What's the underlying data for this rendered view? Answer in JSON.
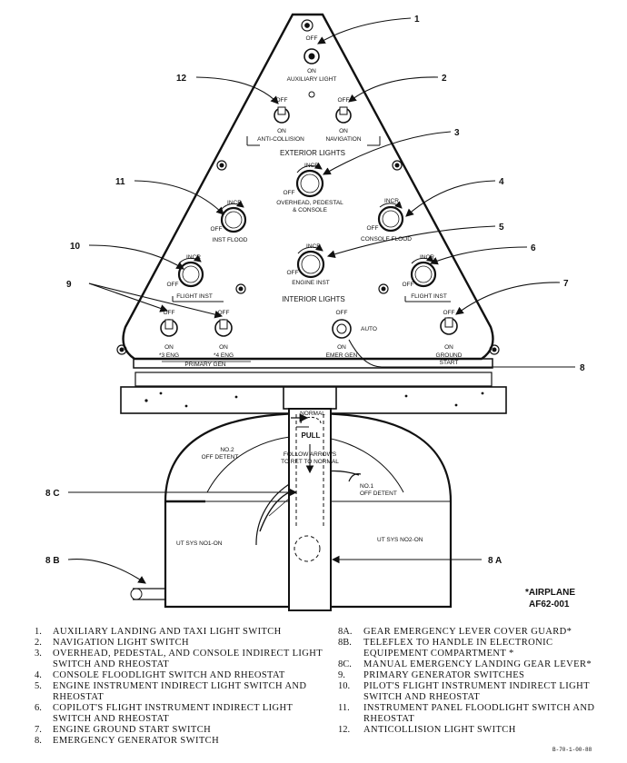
{
  "panel": {
    "exterior_title": "EXTERIOR LIGHTS",
    "interior_title": "INTERIOR LIGHTS",
    "auxiliary": {
      "off": "OFF",
      "on": "ON",
      "label": "AUXILIARY LIGHT"
    },
    "anticollision": {
      "off": "OFF",
      "on": "ON",
      "label": "ANTI-COLLISION"
    },
    "navigation": {
      "off": "OFF",
      "on": "ON",
      "label": "NAVIGATION"
    },
    "overhead": {
      "incr": "INCR",
      "off": "OFF",
      "label1": "OVERHEAD, PEDESTAL",
      "label2": "& CONSOLE"
    },
    "inst_flood": {
      "incr": "INCR",
      "off": "OFF",
      "label": "INST FLOOD"
    },
    "console_flood": {
      "incr": "INCR",
      "off": "OFF",
      "label": "CONSOLE FLOOD"
    },
    "engine_inst": {
      "incr": "INCR",
      "off": "OFF",
      "label": "ENGINE INST"
    },
    "flight_inst_left": {
      "incr": "INCR",
      "off": "OFF",
      "label": "FLIGHT INST"
    },
    "flight_inst_right": {
      "incr": "INCR",
      "off": "OFF",
      "label": "FLIGHT INST"
    },
    "gen3": {
      "off": "OFF",
      "on": "ON",
      "label": "*3 ENG"
    },
    "gen4": {
      "off": "OFF",
      "on": "ON",
      "label": "*4 ENG"
    },
    "primary_gen": "PRIMARY GEN",
    "emer_gen": {
      "off": "OFF",
      "on": "ON",
      "auto": "AUTO",
      "label": "EMER GEN"
    },
    "ground_start": {
      "off": "OFF",
      "on": "ON",
      "label1": "GROUND",
      "label2": "START"
    }
  },
  "lever": {
    "normal": "NORMAL",
    "pull": "PULL",
    "no2": "NO.2",
    "no2_detent": "OFF DETENT",
    "follow1": "FOLLOW ARROWS",
    "follow2": "TO RET TO NORMAL",
    "no1": "NO.1",
    "no1_detent": "OFF DETENT",
    "ut_sys_1": "UT SYS NO1-ON",
    "ut_sys_2": "UT SYS NO2-ON"
  },
  "callouts": {
    "c1": "1",
    "c2": "2",
    "c3": "3",
    "c4": "4",
    "c5": "5",
    "c6": "6",
    "c7": "7",
    "c8": "8",
    "c9": "9",
    "c10": "10",
    "c11": "11",
    "c12": "12",
    "c8a": "8 A",
    "c8b": "8 B",
    "c8c": "8 C"
  },
  "note": {
    "line1": "*AIRPLANE",
    "line2": "AF62-001"
  },
  "legend_left": [
    {
      "num": "1.",
      "text": "Auxiliary landing and taxi light switch"
    },
    {
      "num": "2.",
      "text": "Navigation light switch"
    },
    {
      "num": "3.",
      "text": "Overhead, pedestal, and console indirect light switch and rheostat"
    },
    {
      "num": "4.",
      "text": "Console floodlight switch and rheostat"
    },
    {
      "num": "5.",
      "text": "Engine instrument indirect light switch and rheostat"
    },
    {
      "num": "6.",
      "text": "Copilot's flight instrument indirect light switch and rheostat"
    },
    {
      "num": "7.",
      "text": "Engine ground start switch"
    },
    {
      "num": "8.",
      "text": "Emergency generator switch"
    }
  ],
  "legend_right": [
    {
      "num": "8A.",
      "text": "Gear emergency lever cover guard*"
    },
    {
      "num": "8B.",
      "text": "Teleflex to handle in electronic equipement compartment *"
    },
    {
      "num": "8C.",
      "text": "Manual emergency landing gear lever*"
    },
    {
      "num": "9.",
      "text": "Primary generator switches"
    },
    {
      "num": "10.",
      "text": "Pilot's flight instrument indirect light switch and rheostat"
    },
    {
      "num": "11.",
      "text": "Instrument panel floodlight switch and rheostat"
    },
    {
      "num": "12.",
      "text": "Anticollision light switch"
    }
  ],
  "fig_code": "B-70-1-00-88"
}
